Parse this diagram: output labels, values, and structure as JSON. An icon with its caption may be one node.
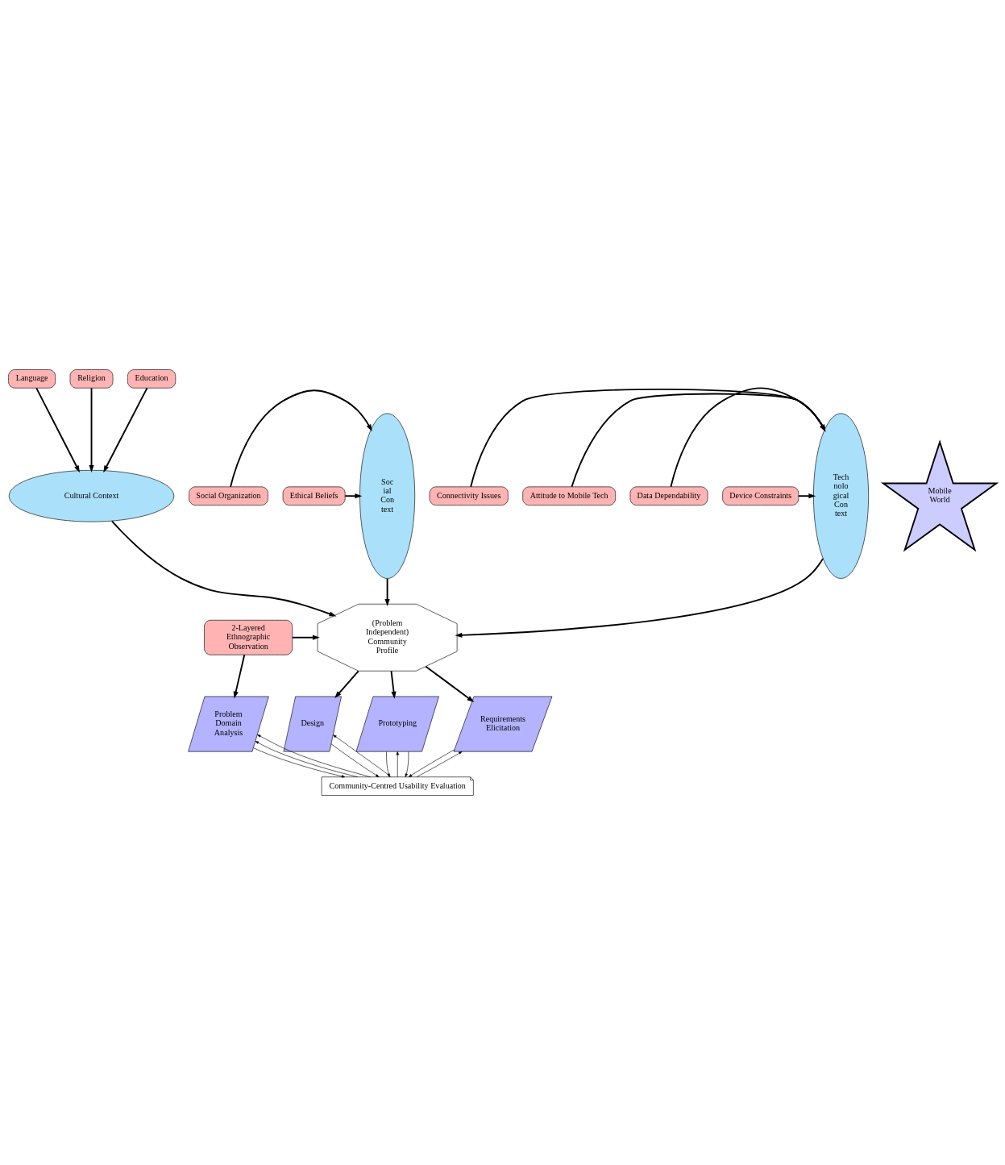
{
  "diagram": {
    "nodes": [
      {
        "text": [
          "Language"
        ]
      },
      {
        "text": [
          "Religion"
        ]
      },
      {
        "text": [
          "Education"
        ]
      },
      {
        "text": [
          "Cultural Context"
        ]
      },
      {
        "text": [
          "Mobile World"
        ]
      },
      {
        "text": [
          "Social Organization"
        ]
      },
      {
        "text": [
          "Ethical Beliefs"
        ]
      },
      {
        "text": [
          "Soc ial Con text"
        ]
      },
      {
        "text": [
          "Tech nolo gical Con text"
        ]
      },
      {
        "text": [
          "Connectivity Issues"
        ]
      },
      {
        "text": [
          "Attitude to Mobile Tech"
        ]
      },
      {
        "text": [
          "Data Dependability"
        ]
      },
      {
        "text": [
          "Device Constraints"
        ]
      },
      {
        "text": [
          "2-Layered Ethnographic Observation"
        ]
      },
      {
        "text": [
          "(Problem Independent) Community Profile"
        ]
      },
      {
        "text": [
          "Problem Domain Analysis"
        ]
      },
      {
        "text": [
          "Requirements Elicitation"
        ]
      },
      {
        "text": [
          "Design"
        ]
      },
      {
        "text": [
          "Prototyping"
        ]
      },
      {
        "text": [
          "Community-Centred Usability Evaluation"
        ]
      }
    ],
    "edges": [
      {
        "from": 0,
        "to": 3,
        "arrow": "to"
      },
      {
        "from": 1,
        "to": 3,
        "arrow": "to"
      },
      {
        "from": 2,
        "to": 3,
        "arrow": "to"
      },
      {
        "from": 5,
        "to": 7,
        "arrow": "to"
      },
      {
        "from": 6,
        "to": 7,
        "arrow": "to"
      },
      {
        "from": 9,
        "to": 8,
        "arrow": "to"
      },
      {
        "from": 10,
        "to": 8,
        "arrow": "to"
      },
      {
        "from": 11,
        "to": 8,
        "arrow": "to"
      },
      {
        "from": 12,
        "to": 8,
        "arrow": "to"
      },
      {
        "from": 3,
        "to": 14,
        "arrow": "to"
      },
      {
        "from": 7,
        "to": 14,
        "arrow": "to"
      },
      {
        "from": 8,
        "to": 14,
        "arrow": "to"
      },
      {
        "from": 13,
        "to": 14,
        "arrow": "to"
      },
      {
        "from": 13,
        "to": 15,
        "arrow": "to"
      },
      {
        "from": 14,
        "to": 16,
        "arrow": "to"
      },
      {
        "from": 14,
        "to": 17,
        "arrow": "to"
      },
      {
        "from": 14,
        "to": 18,
        "arrow": "to"
      },
      {
        "from": 19,
        "to": 15,
        "arrow": "to"
      },
      {
        "from": 15,
        "to": 19,
        "arrow": "to"
      },
      {
        "from": 19,
        "to": 15,
        "arrow": "to"
      },
      {
        "from": 16,
        "to": 19,
        "arrow": "to"
      },
      {
        "from": 19,
        "to": 16,
        "arrow": "to"
      },
      {
        "from": 17,
        "to": 19,
        "arrow": "to"
      },
      {
        "from": 19,
        "to": 17,
        "arrow": "to"
      },
      {
        "from": 18,
        "to": 19,
        "arrow": "to"
      },
      {
        "from": 19,
        "to": 18,
        "arrow": "to"
      },
      {
        "from": 18,
        "to": 19,
        "arrow": "to"
      }
    ]
  }
}
